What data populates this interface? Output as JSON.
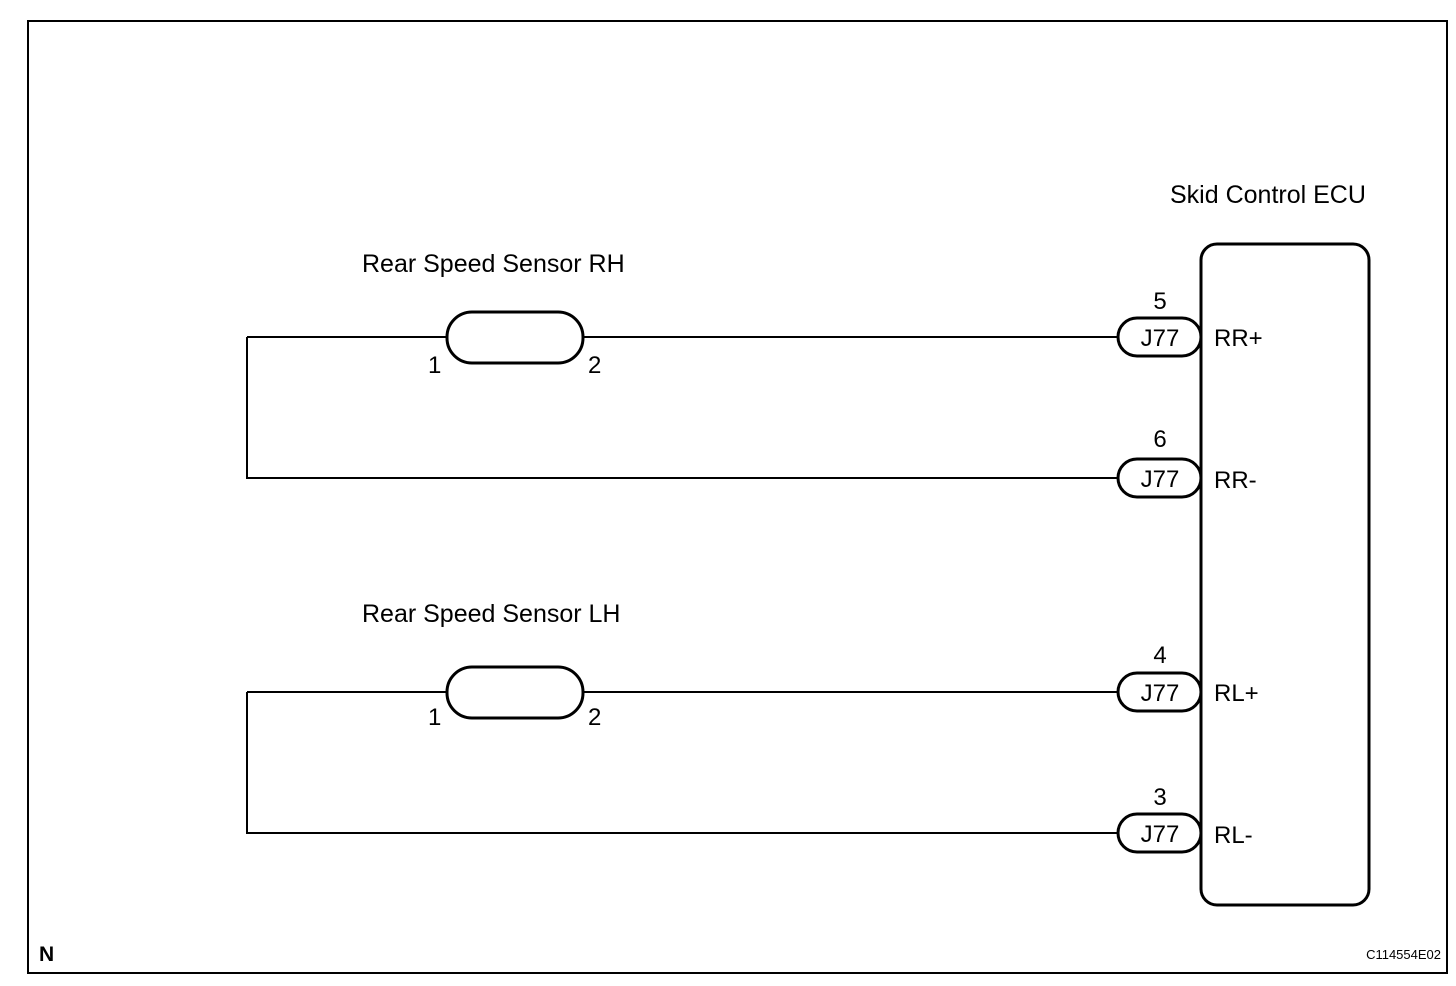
{
  "ecu": {
    "name": "Skid Control ECU",
    "terminals": [
      {
        "pin": "5",
        "connector": "J77",
        "signal": "RR+"
      },
      {
        "pin": "6",
        "connector": "J77",
        "signal": "RR-"
      },
      {
        "pin": "4",
        "connector": "J77",
        "signal": "RL+"
      },
      {
        "pin": "3",
        "connector": "J77",
        "signal": "RL-"
      }
    ]
  },
  "sensors": [
    {
      "name": "Rear Speed Sensor RH",
      "pin_left": "1",
      "pin_right": "2"
    },
    {
      "name": "Rear Speed Sensor LH",
      "pin_left": "1",
      "pin_right": "2"
    }
  ],
  "corner_left": "N",
  "diagram_code": "C114554E02"
}
